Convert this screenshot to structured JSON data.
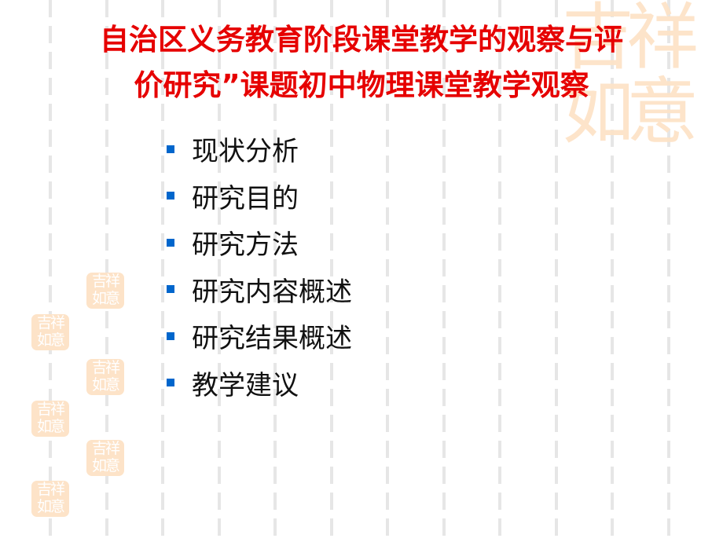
{
  "slide": {
    "title_line1": "自治区义务教育阶段课堂教学的观察与评",
    "title_line2": "价研究”课题初中物理课堂教学观察",
    "items": [
      {
        "label": "现状分析"
      },
      {
        "label": "研究目的"
      },
      {
        "label": "研究方法"
      },
      {
        "label": "研究内容概述"
      },
      {
        "label": "研究结果概述"
      },
      {
        "label": "教学建议"
      }
    ]
  },
  "decoration": {
    "seal_text": "吉祥如意",
    "colors": {
      "title": "#e60000",
      "bullet": "#0066cc",
      "seal": "#fde3c8",
      "grid": "#e6e6e6"
    }
  }
}
